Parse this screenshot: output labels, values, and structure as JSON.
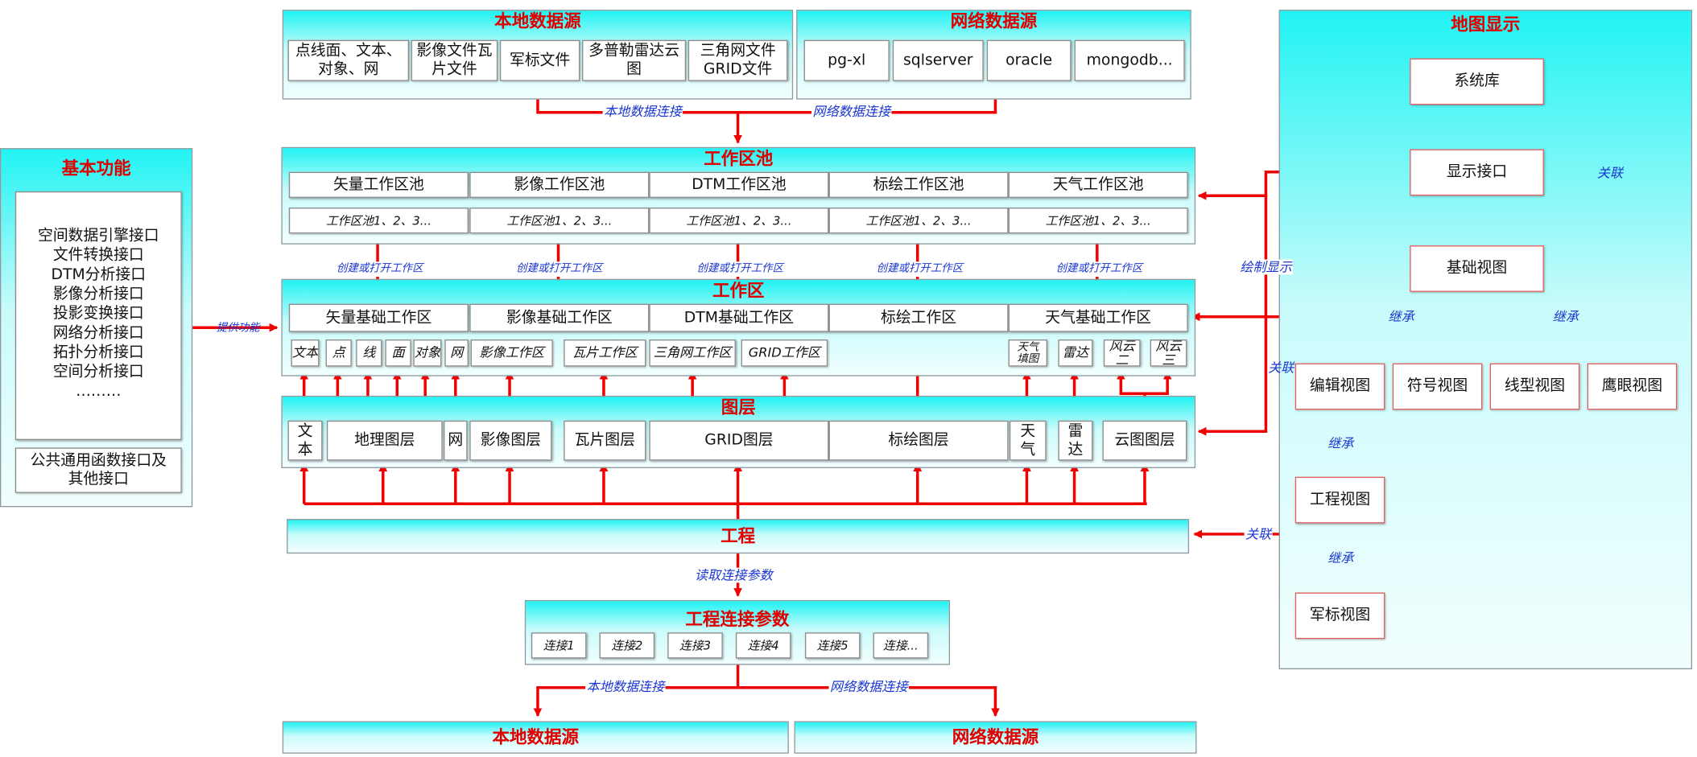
{
  "colors": {
    "accent": "#e00000",
    "connector": "#f00000",
    "connector_label": "#1a36d0",
    "panel_gradient_top": "#21f3f3"
  },
  "local_source": {
    "title": "本地数据源",
    "items": [
      "点线面、文本、对象、网",
      "影像文件瓦片文件",
      "军标文件",
      "多普勒雷达云图",
      "三角网文件GRID文件"
    ]
  },
  "network_source": {
    "title": "网络数据源",
    "items": [
      "pg-xl",
      "sqlserver",
      "oracle",
      "mongodb..."
    ]
  },
  "workspace_pool": {
    "title": "工作区池",
    "pools": [
      "矢量工作区池",
      "影像工作区池",
      "DTM工作区池",
      "标绘工作区池",
      "天气工作区池"
    ],
    "sub": "工作区池1、2、3..."
  },
  "workspace": {
    "title": "工作区",
    "bases": [
      "矢量基础工作区",
      "影像基础工作区",
      "DTM基础工作区",
      "标绘工作区",
      "天气基础工作区"
    ],
    "vector_items": [
      "文本",
      "点",
      "线",
      "面",
      "对象",
      "网"
    ],
    "image_item": "影像工作区",
    "dtm_items": [
      "瓦片工作区",
      "三角网工作区",
      "GRID工作区"
    ],
    "weather_items": [
      "天气填图",
      "雷达",
      "风云二",
      "风云三"
    ]
  },
  "layers": {
    "title": "图层",
    "items": [
      "文本",
      "地理图层",
      "网",
      "影像图层",
      "瓦片图层",
      "GRID图层",
      "标绘图层",
      "天气",
      "雷达",
      "云图图层"
    ]
  },
  "project": {
    "title": "工程"
  },
  "params": {
    "title": "工程连接参数",
    "items": [
      "连接1",
      "连接2",
      "连接3",
      "连接4",
      "连接5",
      "连接..."
    ]
  },
  "bottom_local": {
    "title": "本地数据源"
  },
  "bottom_network": {
    "title": "网络数据源"
  },
  "basic": {
    "title": "基本功能",
    "items": [
      "空间数据引擎接口",
      "文件转换接口",
      "DTM分析接口",
      "影像分析接口",
      "投影变换接口",
      "网络分析接口",
      "拓扑分析接口",
      "空间分析接口",
      "………"
    ],
    "footer": "公共通用函数接口及其他接口"
  },
  "map": {
    "title": "地图显示",
    "syslib": "系统库",
    "display_if": "显示接口",
    "base_view": "基础视图",
    "views": [
      "编辑视图",
      "符号视图",
      "线型视图",
      "鹰眼视图"
    ],
    "project_view": "工程视图",
    "mil_view": "军标视图"
  },
  "labels": {
    "local_conn": "本地数据连接",
    "net_conn": "网络数据连接",
    "create_open": "创建或打开工作区",
    "provide": "提供功能",
    "draw_display": "绘制显示",
    "relate": "关联",
    "inherit": "继承",
    "read_params": "读取连接参数"
  }
}
